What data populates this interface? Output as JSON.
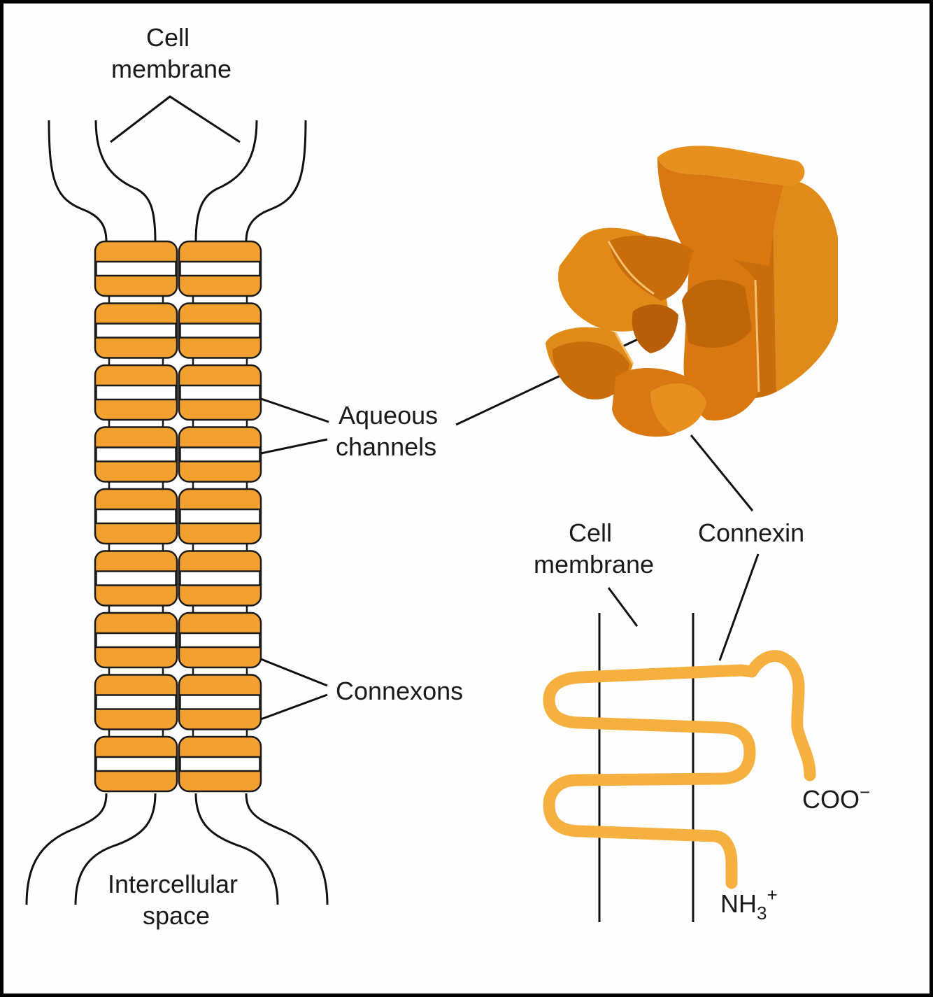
{
  "labels": {
    "cell_membrane_top": [
      "Cell",
      "membrane"
    ],
    "aqueous_channels": [
      "Aqueous",
      "channels"
    ],
    "connexons": "Connexons",
    "intercellular_space": [
      "Intercellular",
      "space"
    ],
    "cell_membrane_right": [
      "Cell",
      "membrane"
    ],
    "connexin": "Connexin",
    "coo": "COO",
    "coo_sup": "−",
    "nh3": "NH",
    "nh3_sub": "3",
    "nh3_sup": "+"
  },
  "colors": {
    "connexon_fill": "#f2a030",
    "connexon_stroke": "#1a1a1a",
    "channel": "#ffffff",
    "connexon_3d_front": "#d97810",
    "connexon_3d_side": "#c0660a",
    "connexon_3d_top": "#e8901e",
    "connexin_chain": "#f5b040",
    "line": "#111111"
  },
  "connexon_rows": 9
}
